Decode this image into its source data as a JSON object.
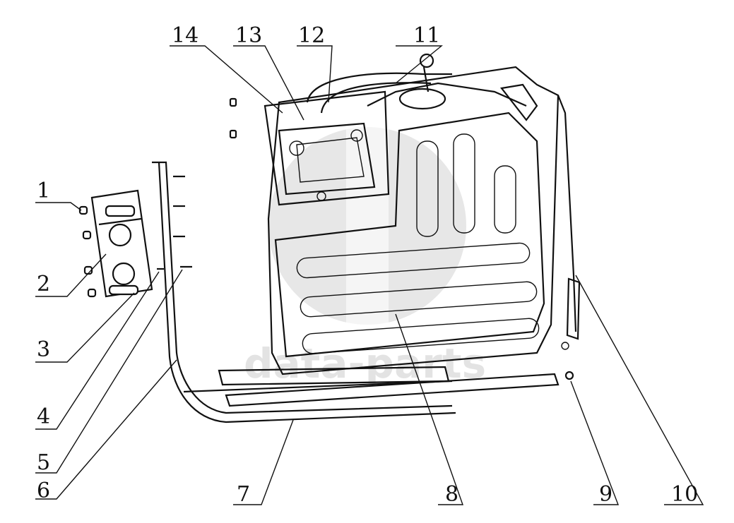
{
  "callouts": [
    "1",
    "2",
    "3",
    "4",
    "5",
    "6",
    "7",
    "8",
    "9",
    "10",
    "11",
    "12",
    "13",
    "14"
  ],
  "watermark": "data-parts",
  "colors": {
    "ink": "#111111",
    "paper": "#ffffff",
    "watermark": "#cccccc"
  }
}
